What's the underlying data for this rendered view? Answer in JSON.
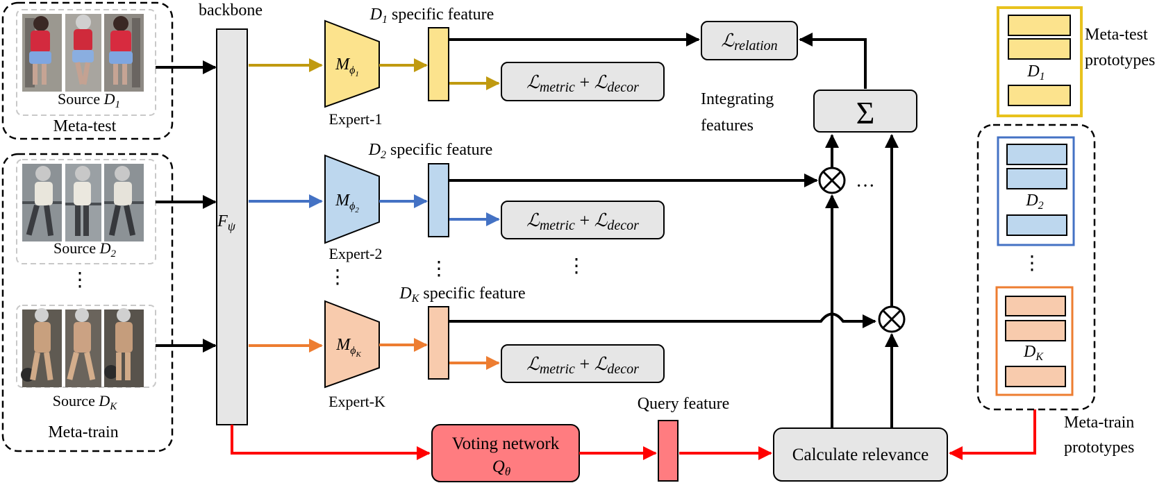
{
  "colors": {
    "yellow": "#c09a10",
    "yellow_fill": "#fce38d",
    "blue": "#4472c4",
    "blue_fill": "#bdd7ee",
    "orange": "#ed7d31",
    "orange_fill": "#f8cbad",
    "red": "#ff0000",
    "voting_fill": "#ff7c80",
    "gray_fill": "#e6e6e6"
  },
  "labels": {
    "backbone": "backbone",
    "backbone_symbol": "F",
    "backbone_sub": "ψ",
    "source_prefix": "Source",
    "meta_test": "Meta-test",
    "meta_train": "Meta-train",
    "specific_feature": "specific feature",
    "loss_relation_main": "ℒ",
    "loss_relation_sub": "relation",
    "loss_metric": "ℒ",
    "loss_metric_sub": "metric",
    "loss_plus": "+",
    "loss_decor": "ℒ",
    "loss_decor_sub": "decor",
    "integrating_line1": "Integrating",
    "integrating_line2": "features",
    "sum_symbol": "Σ",
    "otimes_symbol": "⊗",
    "ellipsis": "···",
    "vdots": "⋮",
    "query_feature": "Query feature",
    "voting_line1": "Voting network",
    "voting_symbol": "Q",
    "voting_sub": "θ",
    "calc_relevance": "Calculate relevance",
    "meta_test_proto_1": "Meta-test",
    "meta_test_proto_2": "prototypes",
    "meta_train_proto_1": "Meta-train",
    "meta_train_proto_2": "prototypes"
  },
  "domains": [
    {
      "id": "1",
      "letter": "D",
      "sub": "1",
      "expert": "Expert-1",
      "module": "M",
      "module_sub": "ϕ",
      "module_subsub": "1"
    },
    {
      "id": "2",
      "letter": "D",
      "sub": "2",
      "expert": "Expert-2",
      "module": "M",
      "module_sub": "ϕ",
      "module_subsub": "2"
    },
    {
      "id": "K",
      "letter": "D",
      "sub": "K",
      "expert": "Expert-K",
      "module": "M",
      "module_sub": "ϕ",
      "module_subsub": "K"
    }
  ]
}
